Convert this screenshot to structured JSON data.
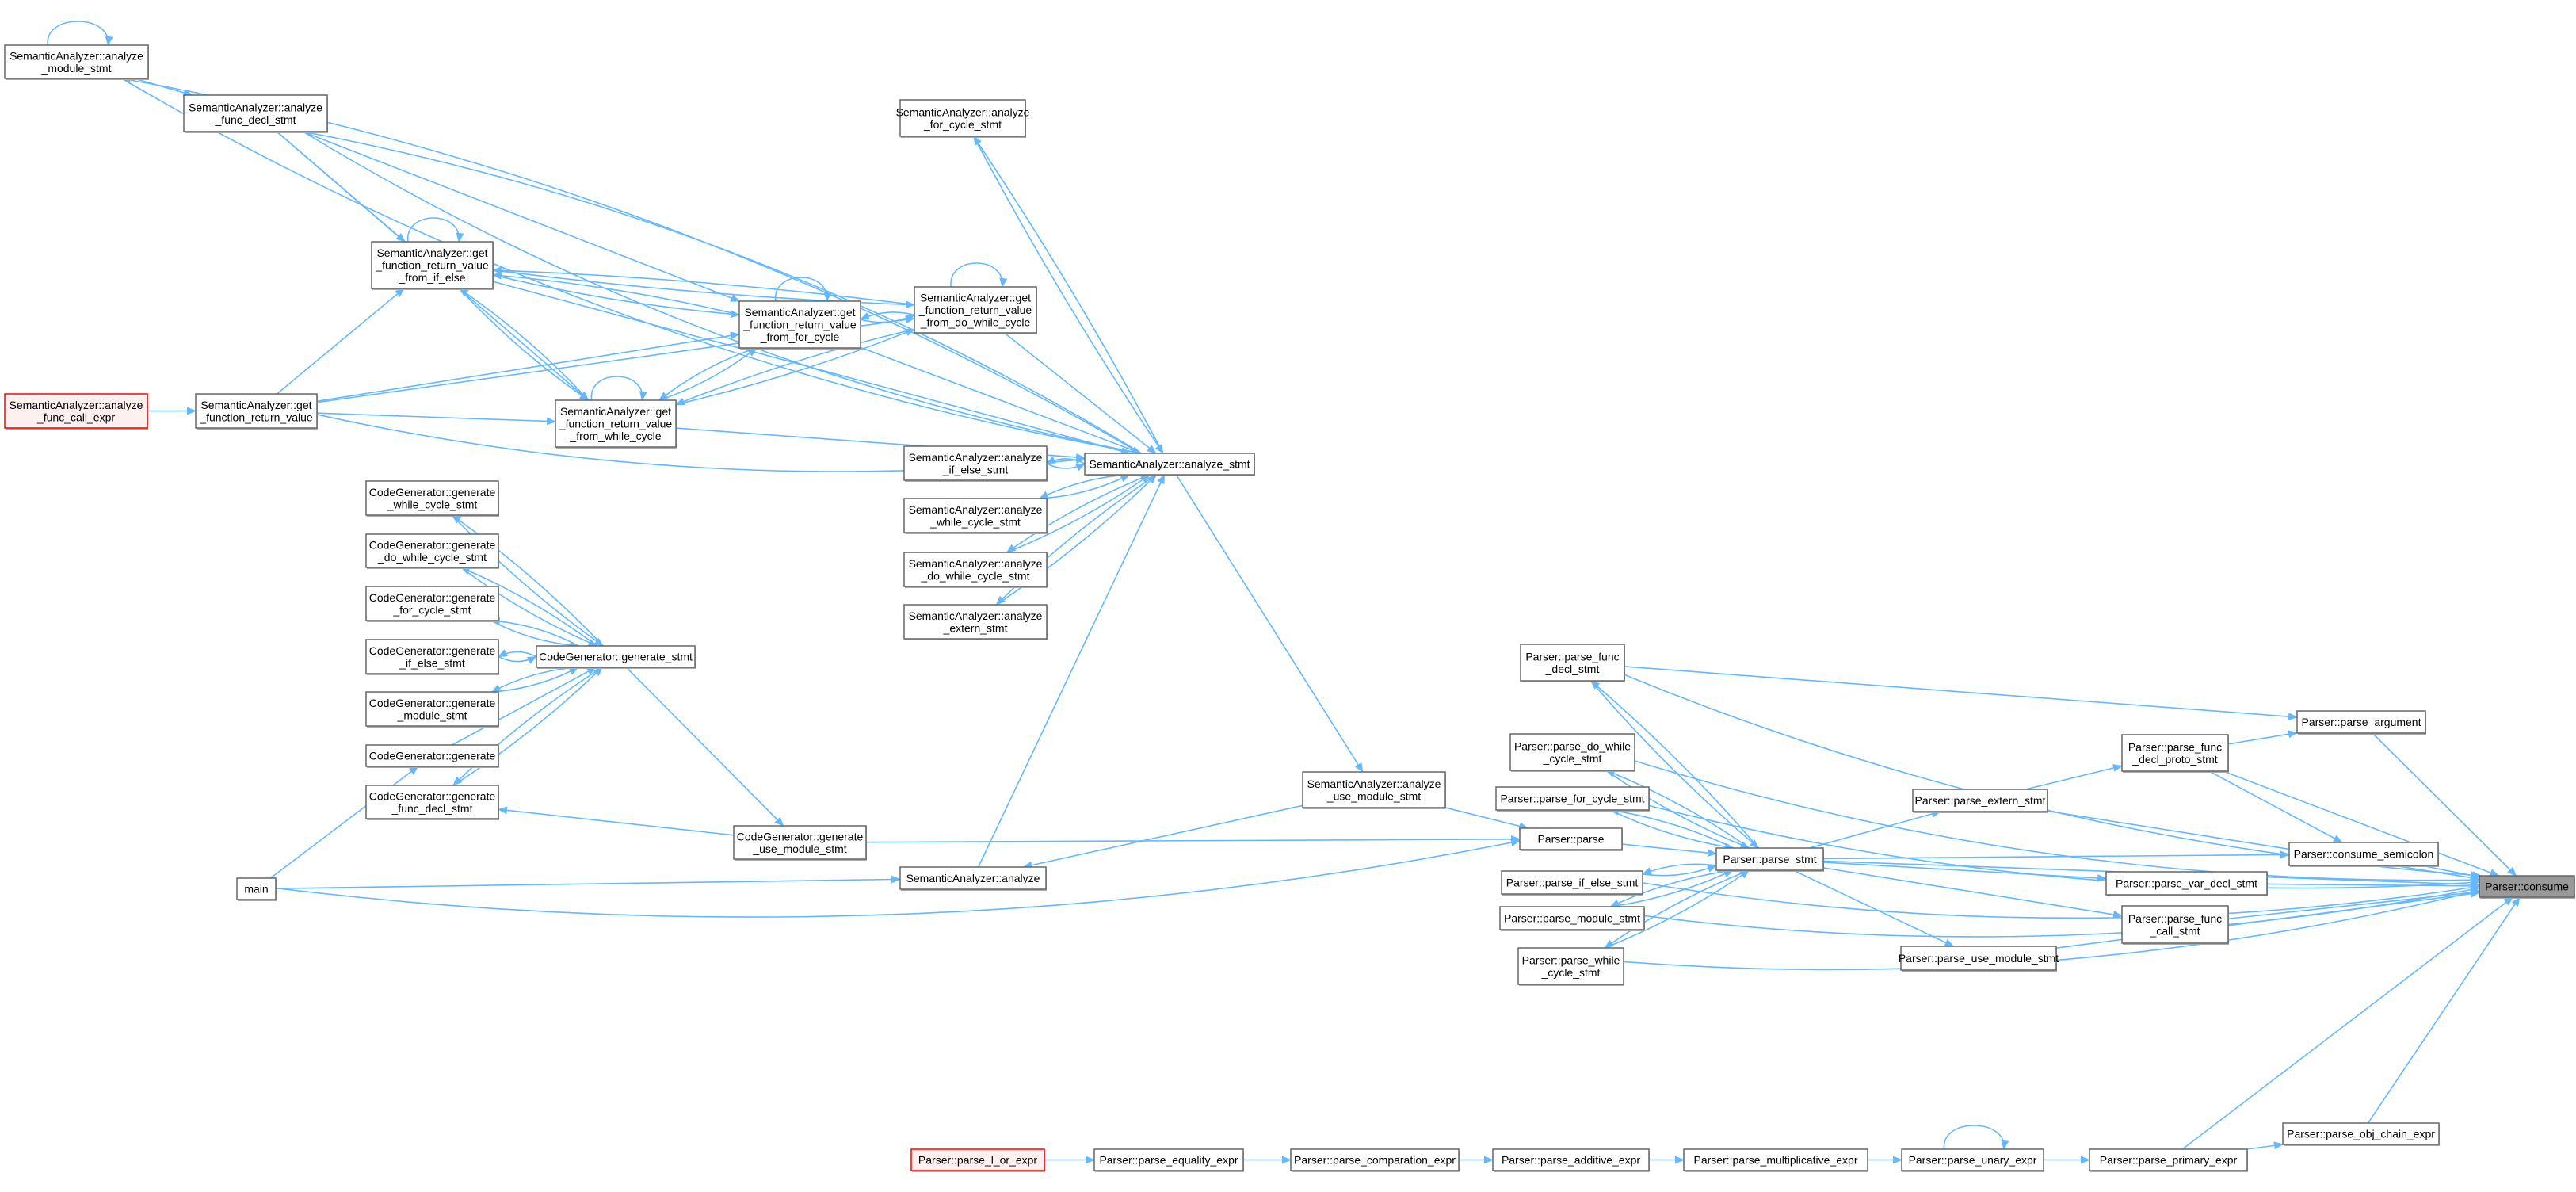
{
  "title": "Caller graph of Parser::consume",
  "colors": {
    "edge": "#63b8ff",
    "node_border": "#666666",
    "node_fill": "#ffffff",
    "highlight_fill": "#999999",
    "entry_fill": "#fff0f0",
    "entry_border": "#ff0000"
  },
  "nodes": {
    "sa_module": [
      "SemanticAnalyzer::analyze",
      "_module_stmt"
    ],
    "sa_func_decl": [
      "SemanticAnalyzer::analyze",
      "_func_decl_stmt"
    ],
    "sa_for": [
      "SemanticAnalyzer::analyze",
      "_for_cycle_stmt"
    ],
    "gfrv_if": [
      "SemanticAnalyzer::get",
      "_function_return_value",
      "_from_if_else"
    ],
    "gfrv_for": [
      "SemanticAnalyzer::get",
      "_function_return_value",
      "_from_for_cycle"
    ],
    "gfrv_do": [
      "SemanticAnalyzer::get",
      "_function_return_value",
      "_from_do_while_cycle"
    ],
    "gfrv_while": [
      "SemanticAnalyzer::get",
      "_function_return_value",
      "_from_while_cycle"
    ],
    "sa_call": [
      "SemanticAnalyzer::analyze",
      "_func_call_expr"
    ],
    "gfrv": [
      "SemanticAnalyzer::get",
      "_function_return_value"
    ],
    "sa_stmt": [
      "SemanticAnalyzer::analyze_stmt"
    ],
    "sa_if": [
      "SemanticAnalyzer::analyze",
      "_if_else_stmt"
    ],
    "sa_while": [
      "SemanticAnalyzer::analyze",
      "_while_cycle_stmt"
    ],
    "sa_do": [
      "SemanticAnalyzer::analyze",
      "_do_while_cycle_stmt"
    ],
    "sa_extern": [
      "SemanticAnalyzer::analyze",
      "_extern_stmt"
    ],
    "cg_while": [
      "CodeGenerator::generate",
      "_while_cycle_stmt"
    ],
    "cg_do": [
      "CodeGenerator::generate",
      "_do_while_cycle_stmt"
    ],
    "cg_for": [
      "CodeGenerator::generate",
      "_for_cycle_stmt"
    ],
    "cg_if": [
      "CodeGenerator::generate",
      "_if_else_stmt"
    ],
    "cg_module": [
      "CodeGenerator::generate",
      "_module_stmt"
    ],
    "cg_gen": [
      "CodeGenerator::generate"
    ],
    "cg_func": [
      "CodeGenerator::generate",
      "_func_decl_stmt"
    ],
    "cg_stmt": [
      "CodeGenerator::generate_stmt"
    ],
    "cg_use": [
      "CodeGenerator::generate",
      "_use_module_stmt"
    ],
    "main": [
      "main"
    ],
    "sa_use": [
      "SemanticAnalyzer::analyze",
      "_use_module_stmt"
    ],
    "sa_analyze": [
      "SemanticAnalyzer::analyze"
    ],
    "p_func_decl": [
      "Parser::parse_func",
      "_decl_stmt"
    ],
    "p_do": [
      "Parser::parse_do_while",
      "_cycle_stmt"
    ],
    "p_for": [
      "Parser::parse_for_cycle_stmt"
    ],
    "p_parse": [
      "Parser::parse"
    ],
    "p_if": [
      "Parser::parse_if_else_stmt"
    ],
    "p_module": [
      "Parser::parse_module_stmt"
    ],
    "p_while": [
      "Parser::parse_while",
      "_cycle_stmt"
    ],
    "p_stmt": [
      "Parser::parse_stmt"
    ],
    "p_proto": [
      "Parser::parse_func",
      "_decl_proto_stmt"
    ],
    "p_extern": [
      "Parser::parse_extern_stmt"
    ],
    "p_arg": [
      "Parser::parse_argument"
    ],
    "p_semi": [
      "Parser::consume_semicolon"
    ],
    "p_var": [
      "Parser::parse_var_decl_stmt"
    ],
    "p_call": [
      "Parser::parse_func",
      "_call_stmt"
    ],
    "p_use": [
      "Parser::parse_use_module_stmt"
    ],
    "p_consume": [
      "Parser::consume"
    ],
    "p_chain": [
      "Parser::parse_obj_chain_expr"
    ],
    "p_primary": [
      "Parser::parse_primary_expr"
    ],
    "p_unary": [
      "Parser::parse_unary_expr"
    ],
    "p_mult": [
      "Parser::parse_multiplicative_expr"
    ],
    "p_add": [
      "Parser::parse_additive_expr"
    ],
    "p_comp": [
      "Parser::parse_comparation_expr"
    ],
    "p_eq": [
      "Parser::parse_equality_expr"
    ],
    "p_lor": [
      "Parser::parse_l_or_expr"
    ]
  },
  "highlighted_node": "p_consume",
  "entry_nodes": [
    "sa_call",
    "p_lor"
  ],
  "edges": [
    [
      "sa_module",
      "sa_module"
    ],
    [
      "sa_module",
      "sa_func_decl"
    ],
    [
      "sa_stmt",
      "sa_module"
    ],
    [
      "sa_module",
      "sa_stmt"
    ],
    [
      "sa_func_decl",
      "sa_stmt"
    ],
    [
      "sa_stmt",
      "sa_func_decl"
    ],
    [
      "sa_func_decl",
      "gfrv_if"
    ],
    [
      "sa_func_decl",
      "gfrv_for"
    ],
    [
      "sa_func_decl",
      "gfrv_while"
    ],
    [
      "sa_call",
      "gfrv"
    ],
    [
      "gfrv",
      "gfrv_if"
    ],
    [
      "gfrv",
      "gfrv_for"
    ],
    [
      "gfrv",
      "gfrv_while"
    ],
    [
      "gfrv",
      "gfrv_do"
    ],
    [
      "gfrv",
      "sa_stmt"
    ],
    [
      "gfrv_if",
      "gfrv_if"
    ],
    [
      "gfrv_for",
      "gfrv_for"
    ],
    [
      "gfrv_while",
      "gfrv_while"
    ],
    [
      "gfrv_do",
      "gfrv_do"
    ],
    [
      "gfrv_if",
      "gfrv_for"
    ],
    [
      "gfrv_for",
      "gfrv_if"
    ],
    [
      "gfrv_if",
      "gfrv_while"
    ],
    [
      "gfrv_while",
      "gfrv_if"
    ],
    [
      "gfrv_for",
      "gfrv_while"
    ],
    [
      "gfrv_while",
      "gfrv_for"
    ],
    [
      "gfrv_for",
      "gfrv_do"
    ],
    [
      "gfrv_do",
      "gfrv_for"
    ],
    [
      "gfrv_while",
      "gfrv_do"
    ],
    [
      "gfrv_do",
      "gfrv_while"
    ],
    [
      "gfrv_if",
      "gfrv_do"
    ],
    [
      "gfrv_do",
      "gfrv_if"
    ],
    [
      "gfrv_if",
      "sa_stmt"
    ],
    [
      "gfrv_for",
      "sa_stmt"
    ],
    [
      "gfrv_while",
      "sa_stmt"
    ],
    [
      "gfrv_do",
      "sa_stmt"
    ],
    [
      "sa_stmt",
      "sa_for"
    ],
    [
      "sa_for",
      "sa_stmt"
    ],
    [
      "sa_stmt",
      "sa_if"
    ],
    [
      "sa_if",
      "sa_stmt"
    ],
    [
      "sa_stmt",
      "sa_while"
    ],
    [
      "sa_while",
      "sa_stmt"
    ],
    [
      "sa_stmt",
      "sa_do"
    ],
    [
      "sa_do",
      "sa_stmt"
    ],
    [
      "sa_stmt",
      "sa_extern"
    ],
    [
      "sa_extern",
      "sa_stmt"
    ],
    [
      "sa_stmt",
      "sa_use"
    ],
    [
      "sa_use",
      "sa_analyze"
    ],
    [
      "sa_analyze",
      "sa_stmt"
    ],
    [
      "sa_use",
      "p_parse"
    ],
    [
      "main",
      "cg_gen"
    ],
    [
      "main",
      "sa_analyze"
    ],
    [
      "main",
      "p_parse"
    ],
    [
      "cg_gen",
      "cg_stmt"
    ],
    [
      "cg_stmt",
      "cg_while"
    ],
    [
      "cg_while",
      "cg_stmt"
    ],
    [
      "cg_stmt",
      "cg_do"
    ],
    [
      "cg_do",
      "cg_stmt"
    ],
    [
      "cg_stmt",
      "cg_for"
    ],
    [
      "cg_for",
      "cg_stmt"
    ],
    [
      "cg_stmt",
      "cg_if"
    ],
    [
      "cg_if",
      "cg_stmt"
    ],
    [
      "cg_stmt",
      "cg_module"
    ],
    [
      "cg_module",
      "cg_stmt"
    ],
    [
      "cg_stmt",
      "cg_func"
    ],
    [
      "cg_func",
      "cg_stmt"
    ],
    [
      "cg_stmt",
      "cg_use"
    ],
    [
      "cg_use",
      "cg_func"
    ],
    [
      "cg_use",
      "p_parse"
    ],
    [
      "p_parse",
      "p_stmt"
    ],
    [
      "p_stmt",
      "p_func_decl"
    ],
    [
      "p_func_decl",
      "p_stmt"
    ],
    [
      "p_stmt",
      "p_do"
    ],
    [
      "p_do",
      "p_stmt"
    ],
    [
      "p_stmt",
      "p_for"
    ],
    [
      "p_for",
      "p_stmt"
    ],
    [
      "p_stmt",
      "p_if"
    ],
    [
      "p_if",
      "p_stmt"
    ],
    [
      "p_stmt",
      "p_module"
    ],
    [
      "p_module",
      "p_stmt"
    ],
    [
      "p_stmt",
      "p_while"
    ],
    [
      "p_while",
      "p_stmt"
    ],
    [
      "p_stmt",
      "p_extern"
    ],
    [
      "p_stmt",
      "p_semi"
    ],
    [
      "p_stmt",
      "p_var"
    ],
    [
      "p_stmt",
      "p_call"
    ],
    [
      "p_stmt",
      "p_use"
    ],
    [
      "p_stmt",
      "p_consume"
    ],
    [
      "p_extern",
      "p_proto"
    ],
    [
      "p_extern",
      "p_consume"
    ],
    [
      "p_proto",
      "p_arg"
    ],
    [
      "p_proto",
      "p_semi"
    ],
    [
      "p_proto",
      "p_consume"
    ],
    [
      "p_func_decl",
      "p_arg"
    ],
    [
      "p_func_decl",
      "p_consume"
    ],
    [
      "p_arg",
      "p_consume"
    ],
    [
      "p_semi",
      "p_consume"
    ],
    [
      "p_var",
      "p_consume"
    ],
    [
      "p_call",
      "p_consume"
    ],
    [
      "p_use",
      "p_consume"
    ],
    [
      "p_do",
      "p_consume"
    ],
    [
      "p_for",
      "p_consume"
    ],
    [
      "p_if",
      "p_consume"
    ],
    [
      "p_module",
      "p_consume"
    ],
    [
      "p_while",
      "p_consume"
    ],
    [
      "p_lor",
      "p_eq"
    ],
    [
      "p_eq",
      "p_comp"
    ],
    [
      "p_comp",
      "p_add"
    ],
    [
      "p_add",
      "p_mult"
    ],
    [
      "p_mult",
      "p_unary"
    ],
    [
      "p_unary",
      "p_unary"
    ],
    [
      "p_unary",
      "p_primary"
    ],
    [
      "p_primary",
      "p_chain"
    ],
    [
      "p_primary",
      "p_consume"
    ],
    [
      "p_chain",
      "p_consume"
    ]
  ]
}
